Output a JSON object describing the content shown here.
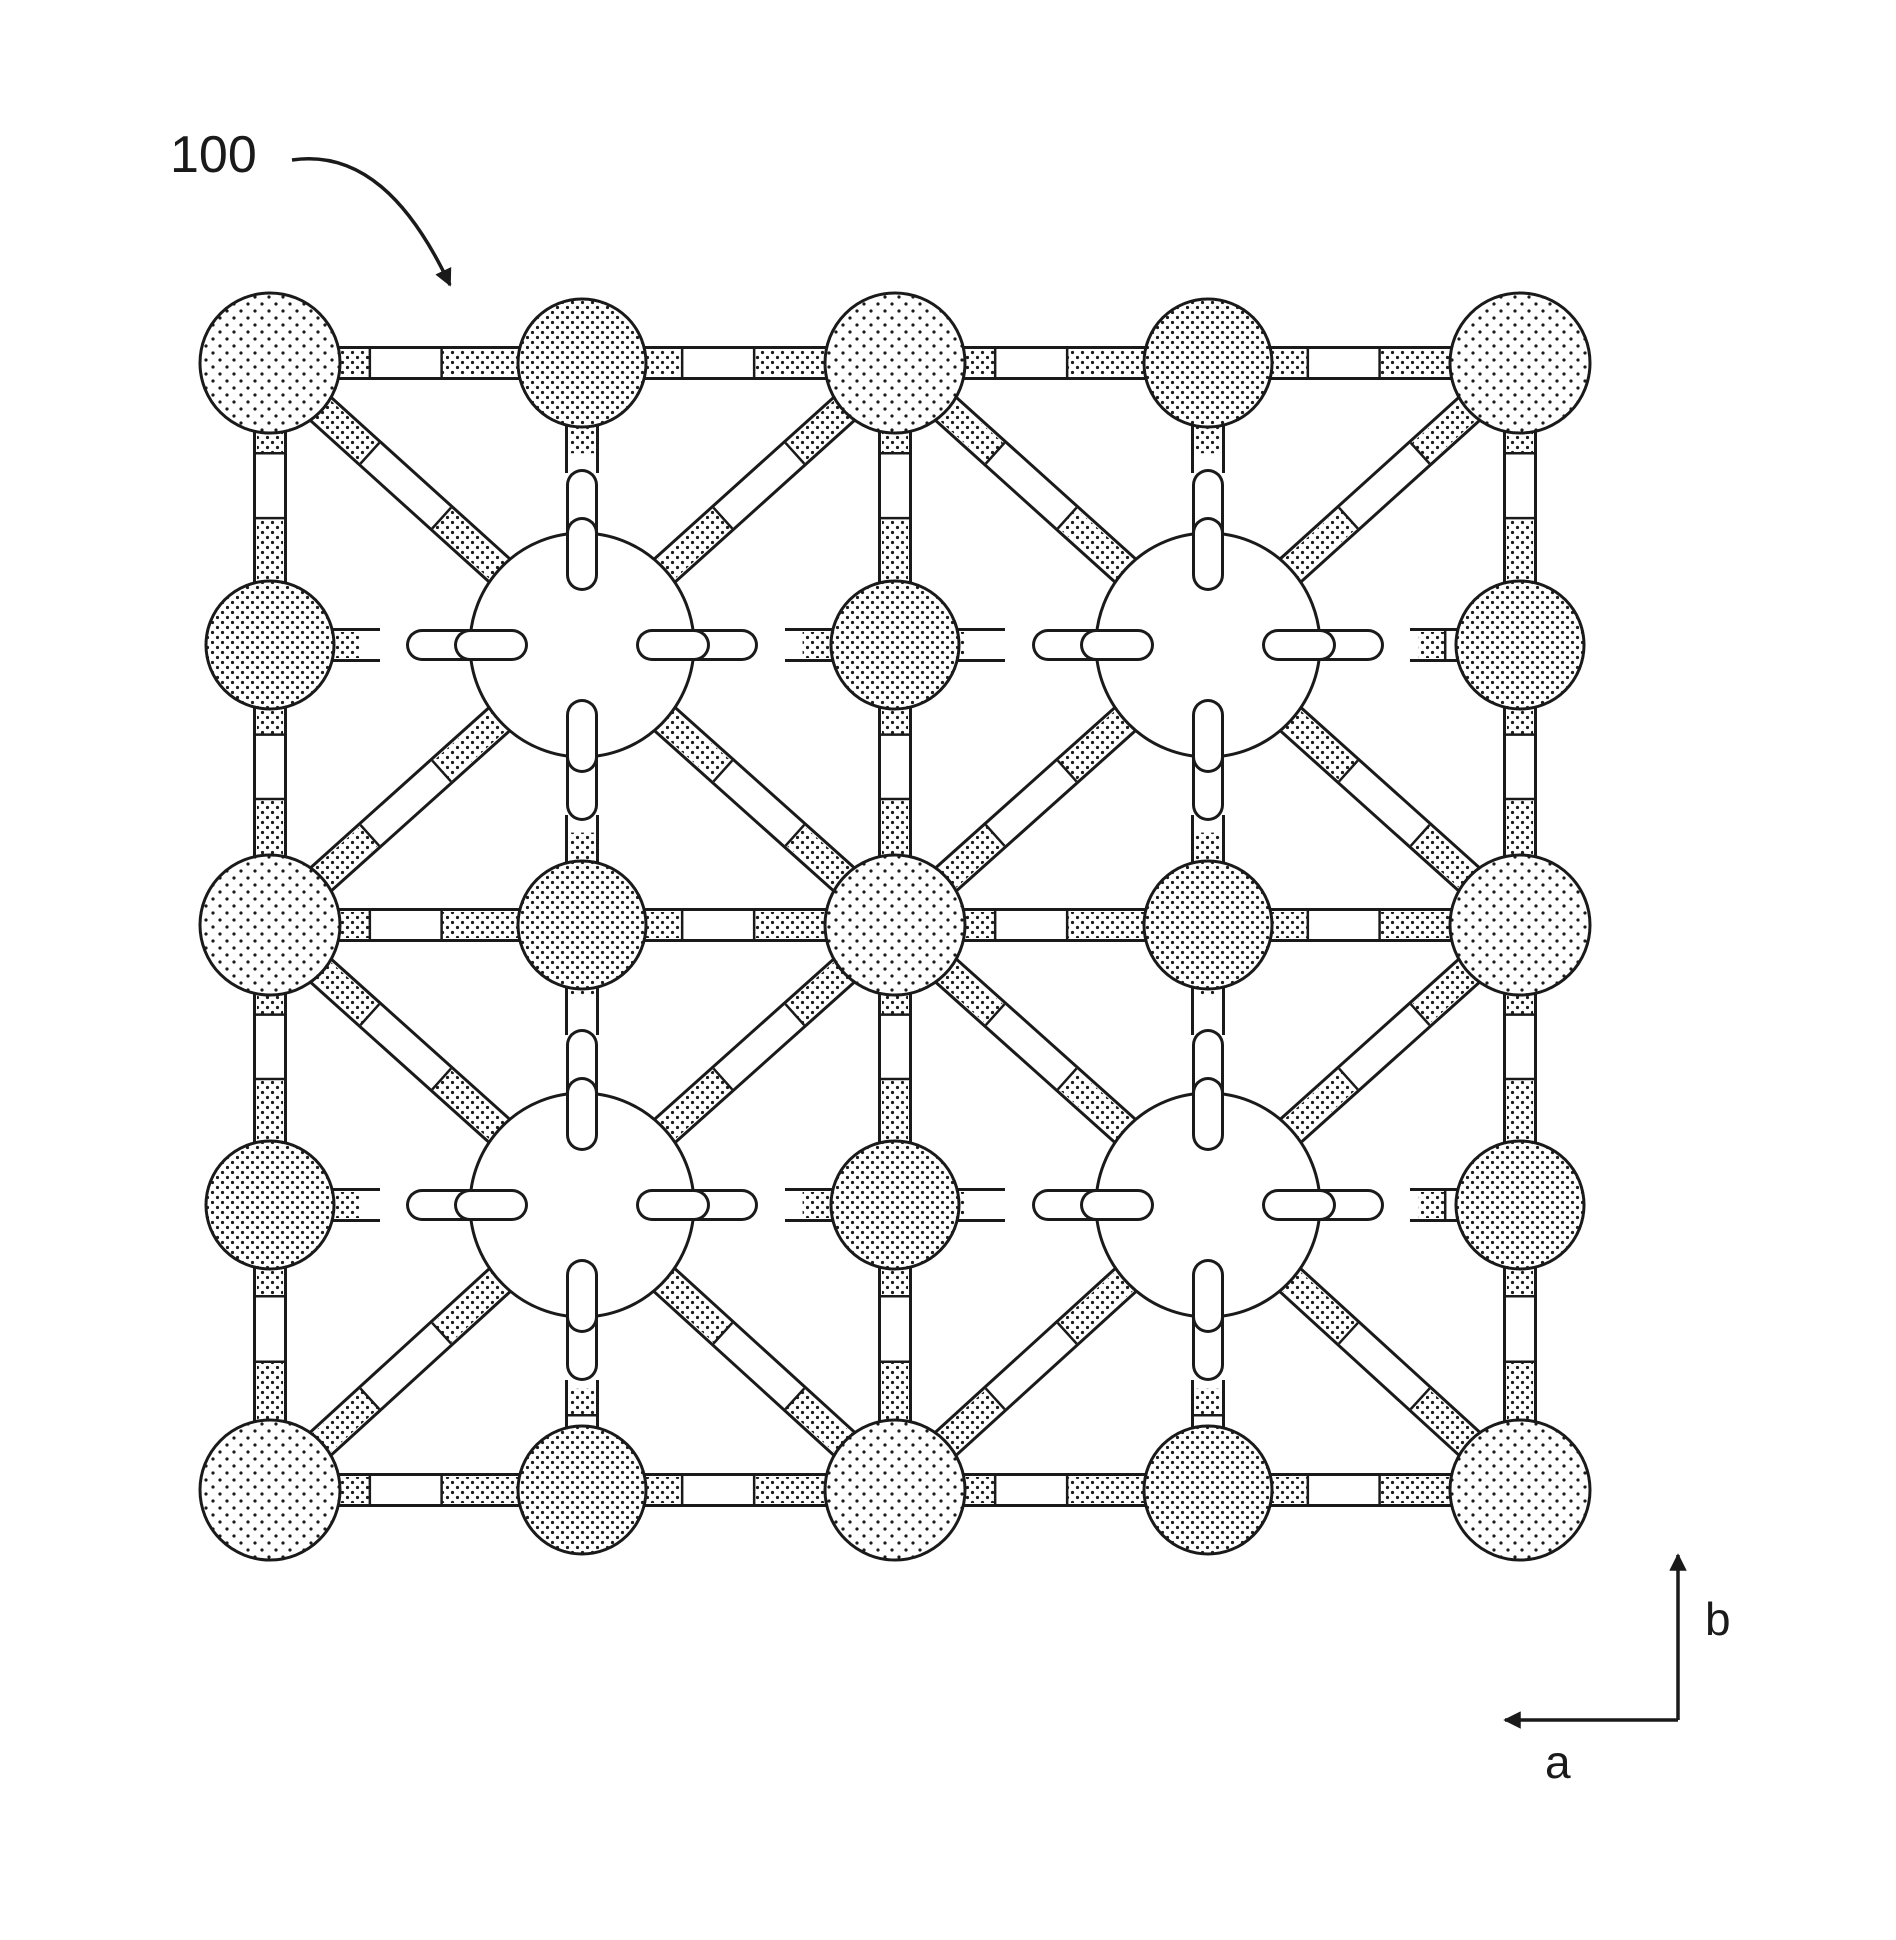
{
  "figure": {
    "reference_numeral": "100",
    "axis_b_label": "b",
    "axis_a_label": "a"
  },
  "colors": {
    "ink": "#1a1a1a",
    "paper": "#ffffff",
    "stipple": "#1a1a1a"
  },
  "icons": {
    "leader_arrow": "curved-arrow-icon",
    "axis_arrows": "axis-arrow-icon"
  }
}
